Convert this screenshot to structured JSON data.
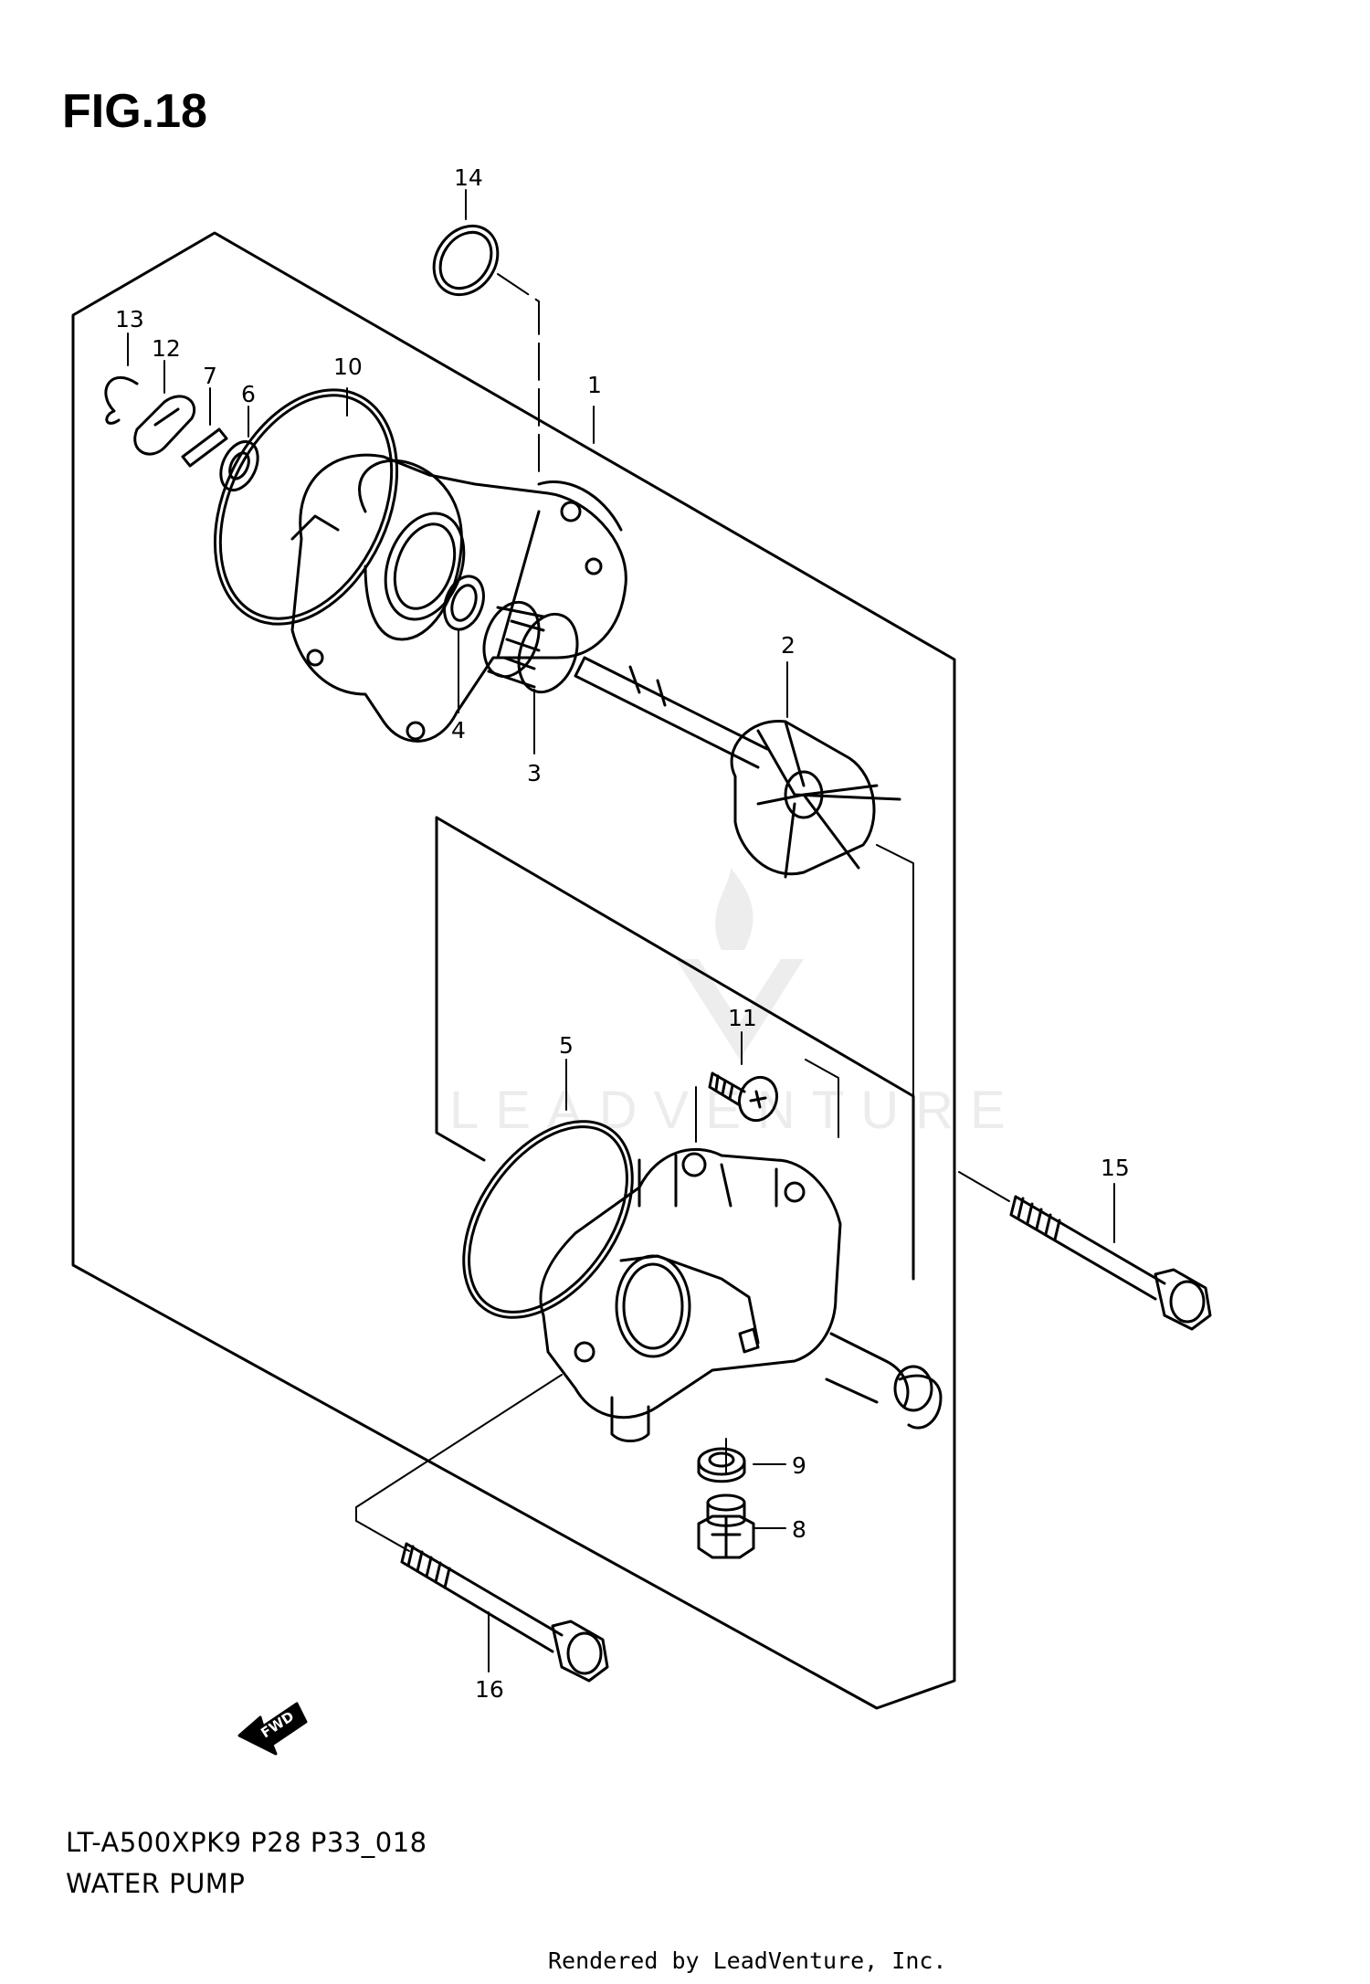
{
  "figure": {
    "title": "FIG.18"
  },
  "callouts": {
    "c1": "1",
    "c2": "2",
    "c3": "3",
    "c4": "4",
    "c5": "5",
    "c6": "6",
    "c7": "7",
    "c8": "8",
    "c9": "9",
    "c10": "10",
    "c11": "11",
    "c12": "12",
    "c13": "13",
    "c14": "14",
    "c15": "15",
    "c16": "16"
  },
  "fwd_label": "FWD",
  "watermark": "LEADVENTURE",
  "footer": {
    "model_code": "LT-A500XPK9 P28 P33_018",
    "section_name": "WATER PUMP",
    "rendered_by": "Rendered by LeadVenture, Inc."
  }
}
